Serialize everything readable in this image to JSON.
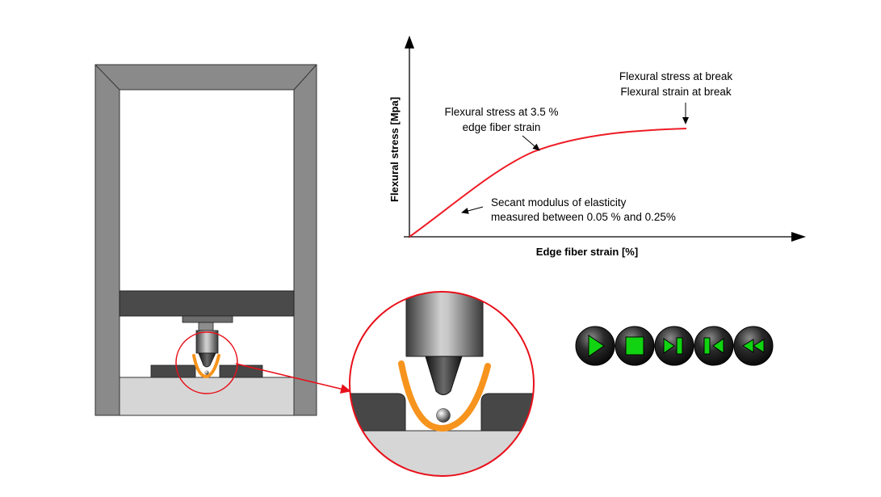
{
  "graph": {
    "y_axis_label": "Flexural stress [Mpa]",
    "x_axis_label": "Edge fiber strain [%]",
    "annotation_break": [
      "Flexural stress at break",
      "Flexural strain at break"
    ],
    "annotation_stress": [
      "Flexural stress at 3.5 %",
      "edge fiber strain"
    ],
    "annotation_modulus": [
      "Secant modulus of elasticity",
      "measured between 0.05 % and 0.25%"
    ],
    "curve_color": "#ee1c25"
  },
  "colors": {
    "frame": "#8a8a8a",
    "crosshead": "#4a4a4a",
    "support": "#474747",
    "base": "#d6d6d6",
    "specimen": "#f7941d",
    "zoom_circle": "#e8101a",
    "button_green": "#11d311",
    "button_dark": "#1c1c1c"
  },
  "controls": [
    {
      "name": "play-button",
      "icon": "play-icon"
    },
    {
      "name": "stop-button",
      "icon": "stop-icon"
    },
    {
      "name": "step-forward-button",
      "icon": "step-forward-icon"
    },
    {
      "name": "step-back-button",
      "icon": "step-back-icon"
    },
    {
      "name": "rewind-button",
      "icon": "rewind-icon"
    }
  ]
}
